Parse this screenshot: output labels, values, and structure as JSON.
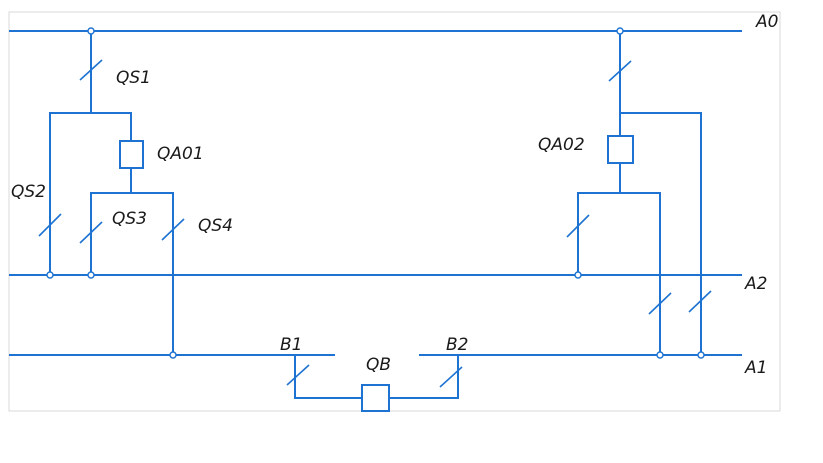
{
  "colors": {
    "wire": "#1e73d2",
    "text": "#1a1a1a",
    "frame": "#d9d9d9"
  },
  "buses": {
    "a0": "A0",
    "a1": "A1",
    "a2": "A2",
    "b1": "B1",
    "b2": "B2"
  },
  "devices": {
    "qs1": "QS1",
    "qs2": "QS2",
    "qs3": "QS3",
    "qs4": "QS4",
    "qa01": "QA01",
    "qa02": "QA02",
    "qb": "QB"
  }
}
